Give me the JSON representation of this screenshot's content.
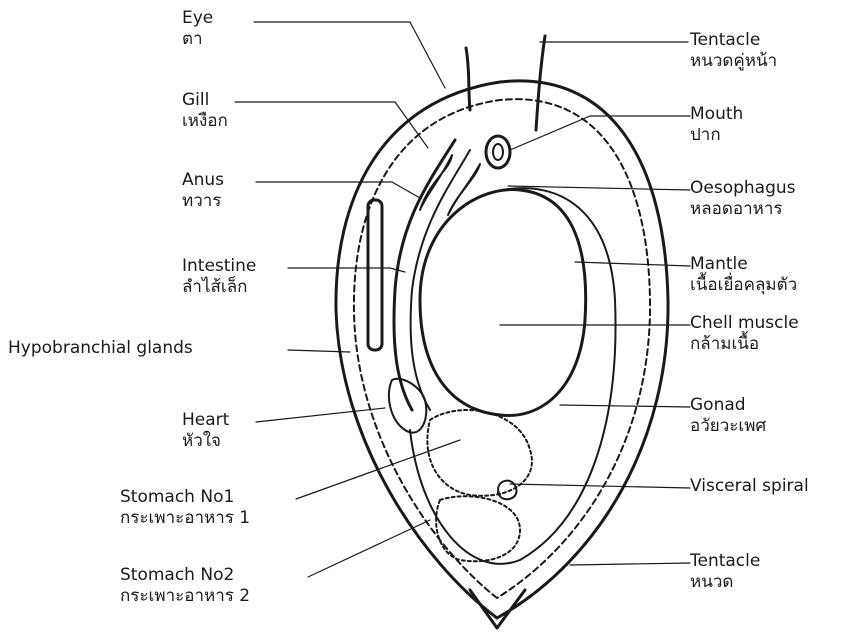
{
  "labels": {
    "eye": {
      "en": "Eye",
      "th": "ตา"
    },
    "gill": {
      "en": "Gill",
      "th": "เหงือก"
    },
    "anus": {
      "en": "Anus",
      "th": "ทวาร"
    },
    "intestine": {
      "en": "Intestine",
      "th": "ลำไส้เล็ก"
    },
    "hypobranchial": {
      "en": "Hypobranchial  glands"
    },
    "heart": {
      "en": "Heart",
      "th": "หัวใจ"
    },
    "stomach1": {
      "en": "Stomach  No1",
      "th": "กระเพาะอาหาร  1"
    },
    "stomach2": {
      "en": "Stomach  No2",
      "th": "กระเพาะอาหาร  2"
    },
    "tentacle_top": {
      "en": "Tentacle",
      "th": "หนวดคู่หน้า"
    },
    "mouth": {
      "en": "Mouth",
      "th": "ปาก"
    },
    "oesophagus": {
      "en": "Oesophagus",
      "th": "หลอดอาหาร"
    },
    "mantle": {
      "en": "Mantle",
      "th": "เนื้อเยื่อคลุมตัว"
    },
    "shell_muscle": {
      "en": "Chell muscle",
      "th": "กล้ามเนื้อ"
    },
    "gonad": {
      "en": "Gonad",
      "th": "อวัยวะเพศ"
    },
    "visceral_spiral": {
      "en": "Visceral spiral"
    },
    "tentacle_bottom": {
      "en": "Tentacle",
      "th": "หนวด"
    }
  }
}
